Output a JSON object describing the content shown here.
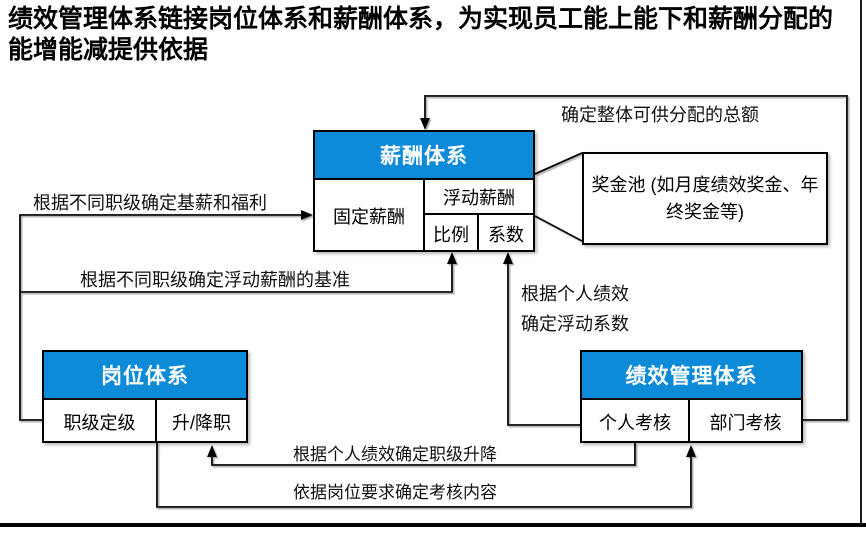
{
  "title": "绩效管理体系链接岗位体系和薪酬体系，为实现员工能上能下和薪酬分配的能增能减提供依据",
  "colors": {
    "header_blue": "#0D8BD8",
    "line_black": "#000000"
  },
  "boxes": {
    "salary_system": {
      "header": "薪酬体系",
      "fixed_pay": "固定薪酬",
      "floating_pay": "浮动薪酬",
      "ratio": "比例",
      "coefficient": "系数"
    },
    "bonus_pool": {
      "text": "奖金池 (如月度绩效奖金、年终奖金等)"
    },
    "position_system": {
      "header": "岗位体系",
      "cells": [
        "职级定级",
        "升/降职"
      ]
    },
    "performance_system": {
      "header": "绩效管理体系",
      "cells": [
        "个人考核",
        "部门考核"
      ]
    }
  },
  "labels": {
    "total_pool": "确定整体可供分配的总额",
    "base_salary": "根据不同职级确定基薪和福利",
    "floating_base": "根据不同职级确定浮动薪酬的基准",
    "personal_perf_line1": "根据个人绩效",
    "personal_perf_line2": "确定浮动系数",
    "promotion": "根据个人绩效确定职级升降",
    "assessment_content": "依据岗位要求确定考核内容"
  }
}
